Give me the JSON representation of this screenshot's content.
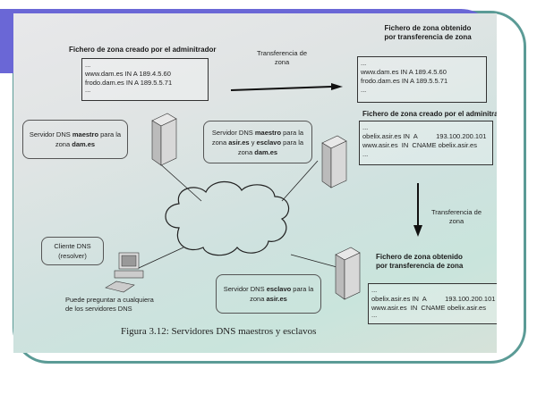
{
  "diagram": {
    "top_left": {
      "title": "Fichero de zona creado por el adminitrador",
      "lines": [
        "...",
        "www.dam.es IN A 189.4.5.60",
        "frodo.dam.es IN A 189.5.5.71",
        "..."
      ]
    },
    "top_arrow_label_1": "Transferencia de",
    "top_arrow_label_2": "zona",
    "top_right": {
      "title_1": "Fichero de zona obtenido",
      "title_2": "por transferencia de zona",
      "lines": [
        "...",
        "www.dam.es IN A 189.4.5.60",
        "frodo.dam.es IN A 189.5.5.71",
        "..."
      ]
    },
    "server_dam": {
      "pre": "Servidor DNS ",
      "bold1": "maestro",
      "mid": " para la",
      "line2_pre": "zona ",
      "bold2": "dam.es"
    },
    "server_asir": {
      "pre": "Servidor DNS ",
      "bold1": "maestro",
      "mid": " para la",
      "line2_pre": "zona ",
      "bold2": "asir.es",
      "line2_mid": " y ",
      "bold3": "esclavo",
      "line2_post": " para la",
      "line3_pre": "zona ",
      "bold4": "dam.es"
    },
    "mid_right": {
      "title": "Fichero de zona creado por el adminitrador",
      "lines": [
        "...",
        "obelix.asir.es IN  A          193.100.200.101",
        "www.asir.es  IN  CNAME obelix.asir.es",
        "..."
      ]
    },
    "right_arrow_label_1": "Transferencia de",
    "right_arrow_label_2": "zona",
    "bottom_right": {
      "title_1": "Fichero de zona obtenido",
      "title_2": "por transferencia de zona",
      "lines": [
        "...",
        "obelix.asir.es IN  A          193.100.200.101",
        "www.asir.es  IN  CNAME obelix.asir.es",
        "..."
      ]
    },
    "client": {
      "line1": "Cliente DNS",
      "line2": "(resolver)"
    },
    "client_note": {
      "line1": "Puede preguntar a cualquiera",
      "line2": "de los servidores DNS"
    },
    "server_slave": {
      "pre": "Servidor DNS ",
      "bold1": "esclavo",
      "mid": " para la",
      "line2_pre": "zona ",
      "bold2": "asir.es"
    },
    "caption": "Figura 3.12: Servidores DNS maestros y esclavos"
  },
  "colors": {
    "top_bar": "#6a67d6",
    "frame": "#5b9b96"
  }
}
